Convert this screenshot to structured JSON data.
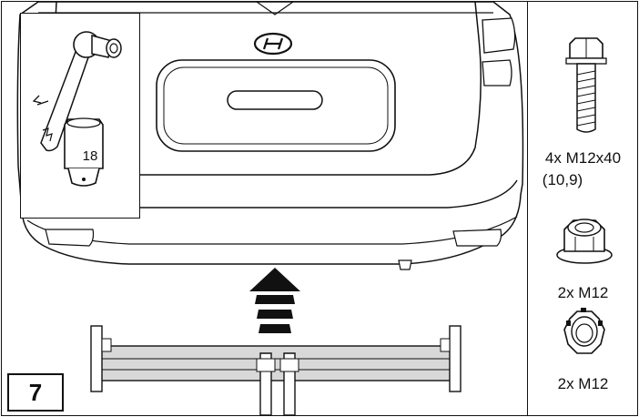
{
  "step": {
    "number": "7"
  },
  "tool": {
    "socket_size": "18"
  },
  "parts": {
    "bolt": {
      "qty_spec": "4x M12x40",
      "grade": "(10,9)"
    },
    "flange_nut": {
      "qty_spec": "2x M12"
    },
    "lock_nut": {
      "qty_spec": "2x M12"
    }
  },
  "icons": [
    "ratchet-icon",
    "socket-icon",
    "bolt-icon",
    "flange-nut-icon",
    "lock-nut-icon",
    "direction-arrow-icon",
    "hyundai-logo-icon"
  ],
  "colors": {
    "line": "#111111",
    "paint": "#ffffff",
    "beam": "#d8d8d8"
  }
}
